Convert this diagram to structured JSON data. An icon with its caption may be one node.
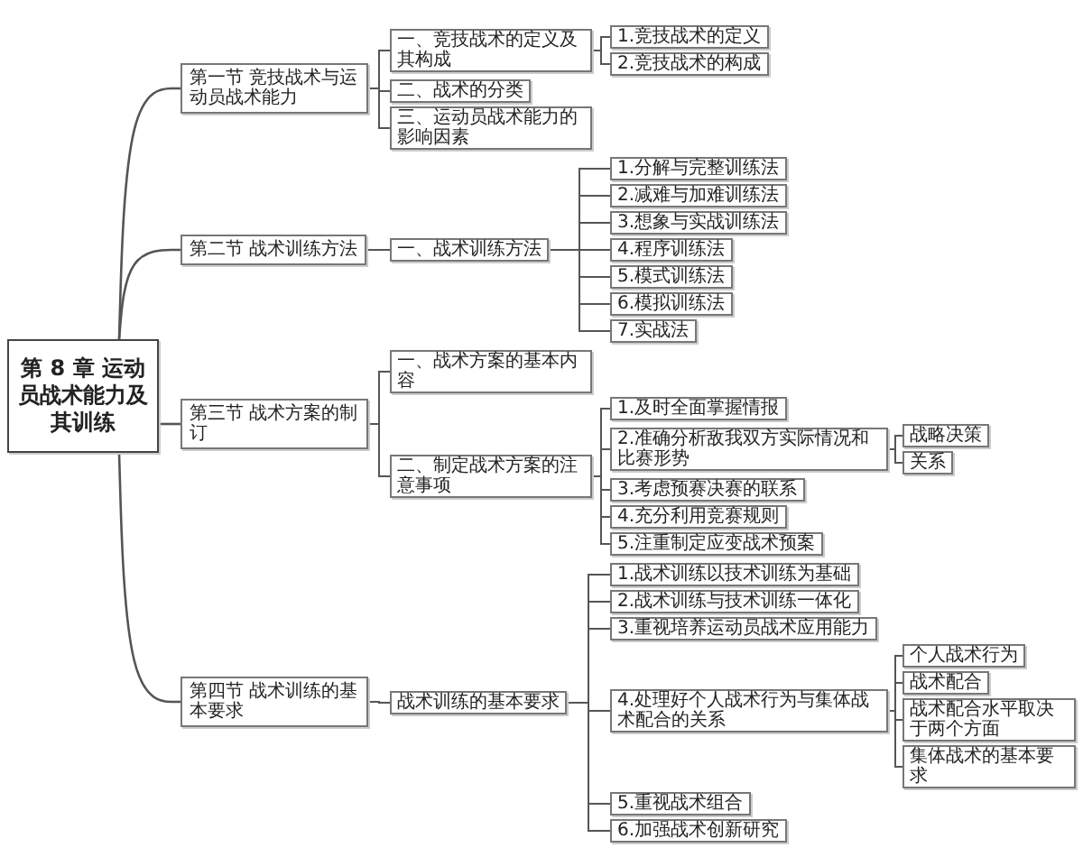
{
  "diagram": {
    "nodes": [
      {
        "text": [
          "第 8 章 运动员战术能力及其训练"
        ]
      },
      {
        "text": [
          "第一节 竞技战术与运动员战术能力"
        ]
      },
      {
        "text": [
          "一、竞技战术的定义及其构成"
        ]
      },
      {
        "text": [
          "1.竞技战术的定义"
        ]
      },
      {
        "text": [
          "2.竞技战术的构成"
        ]
      },
      {
        "text": [
          "二、战术的分类"
        ]
      },
      {
        "text": [
          "三、运动员战术能力的影响因素"
        ]
      },
      {
        "text": [
          "第二节 战术训练方法"
        ]
      },
      {
        "text": [
          "一、战术训练方法"
        ]
      },
      {
        "text": [
          "1.分解与完整训练法"
        ]
      },
      {
        "text": [
          "2.减难与加难训练法"
        ]
      },
      {
        "text": [
          "3.想象与实战训练法"
        ]
      },
      {
        "text": [
          "4.程序训练法"
        ]
      },
      {
        "text": [
          "5.模式训练法"
        ]
      },
      {
        "text": [
          "6.模拟训练法"
        ]
      },
      {
        "text": [
          "7.实战法"
        ]
      },
      {
        "text": [
          "第三节 战术方案的制订"
        ]
      },
      {
        "text": [
          "一、战术方案的基本内容"
        ]
      },
      {
        "text": [
          "二、制定战术方案的注意事项"
        ]
      },
      {
        "text": [
          "1.及时全面掌握情报"
        ]
      },
      {
        "text": [
          "2.准确分析敌我双方实际情况和比赛形势"
        ]
      },
      {
        "text": [
          "战略决策"
        ]
      },
      {
        "text": [
          "关系"
        ]
      },
      {
        "text": [
          "3.考虑预赛决赛的联系"
        ]
      },
      {
        "text": [
          "4.充分利用竞赛规则"
        ]
      },
      {
        "text": [
          "5.注重制定应变战术预案"
        ]
      },
      {
        "text": [
          "第四节 战术训练的基本要求"
        ]
      },
      {
        "text": [
          "战术训练的基本要求"
        ]
      },
      {
        "text": [
          "1.战术训练以技术训练为基础"
        ]
      },
      {
        "text": [
          "2.战术训练与技术训练一体化"
        ]
      },
      {
        "text": [
          "3.重视培养运动员战术应用能力"
        ]
      },
      {
        "text": [
          "4.处理好个人战术行为与集体战术配合的关系"
        ]
      },
      {
        "text": [
          "个人战术行为"
        ]
      },
      {
        "text": [
          "战术配合"
        ]
      },
      {
        "text": [
          "战术配合水平取决于两个方面"
        ]
      },
      {
        "text": [
          "集体战术的基本要求"
        ]
      },
      {
        "text": [
          "5.重视战术组合"
        ]
      },
      {
        "text": [
          "6.加强战术创新研究"
        ]
      }
    ],
    "edges": [
      {
        "from": 0,
        "to": 1,
        "arrow": "none"
      },
      {
        "from": 1,
        "to": 2,
        "arrow": "none"
      },
      {
        "from": 2,
        "to": 3,
        "arrow": "none"
      },
      {
        "from": 2,
        "to": 4,
        "arrow": "none"
      },
      {
        "from": 1,
        "to": 5,
        "arrow": "none"
      },
      {
        "from": 1,
        "to": 6,
        "arrow": "none"
      },
      {
        "from": 0,
        "to": 7,
        "arrow": "none"
      },
      {
        "from": 7,
        "to": 8,
        "arrow": "none"
      },
      {
        "from": 8,
        "to": 9,
        "arrow": "none"
      },
      {
        "from": 8,
        "to": 10,
        "arrow": "none"
      },
      {
        "from": 8,
        "to": 11,
        "arrow": "none"
      },
      {
        "from": 8,
        "to": 12,
        "arrow": "none"
      },
      {
        "from": 8,
        "to": 13,
        "arrow": "none"
      },
      {
        "from": 8,
        "to": 14,
        "arrow": "none"
      },
      {
        "from": 8,
        "to": 15,
        "arrow": "none"
      },
      {
        "from": 0,
        "to": 16,
        "arrow": "none"
      },
      {
        "from": 16,
        "to": 17,
        "arrow": "none"
      },
      {
        "from": 16,
        "to": 18,
        "arrow": "none"
      },
      {
        "from": 18,
        "to": 19,
        "arrow": "none"
      },
      {
        "from": 18,
        "to": 20,
        "arrow": "none"
      },
      {
        "from": 20,
        "to": 21,
        "arrow": "none"
      },
      {
        "from": 20,
        "to": 22,
        "arrow": "none"
      },
      {
        "from": 18,
        "to": 23,
        "arrow": "none"
      },
      {
        "from": 18,
        "to": 24,
        "arrow": "none"
      },
      {
        "from": 18,
        "to": 25,
        "arrow": "none"
      },
      {
        "from": 0,
        "to": 26,
        "arrow": "none"
      },
      {
        "from": 26,
        "to": 27,
        "arrow": "none"
      },
      {
        "from": 27,
        "to": 28,
        "arrow": "none"
      },
      {
        "from": 27,
        "to": 29,
        "arrow": "none"
      },
      {
        "from": 27,
        "to": 30,
        "arrow": "none"
      },
      {
        "from": 27,
        "to": 31,
        "arrow": "none"
      },
      {
        "from": 31,
        "to": 32,
        "arrow": "none"
      },
      {
        "from": 31,
        "to": 33,
        "arrow": "none"
      },
      {
        "from": 31,
        "to": 34,
        "arrow": "none"
      },
      {
        "from": 31,
        "to": 35,
        "arrow": "none"
      },
      {
        "from": 27,
        "to": 36,
        "arrow": "none"
      },
      {
        "from": 27,
        "to": 37,
        "arrow": "none"
      }
    ]
  }
}
